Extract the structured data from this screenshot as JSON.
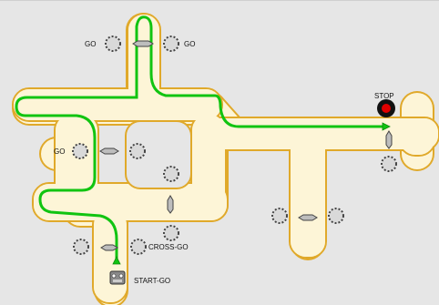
{
  "labels": {
    "go_top_left": "GO",
    "go_top_right": "GO",
    "stop": "STOP",
    "go_left": "GO",
    "cross_go": "CROSS-GO",
    "start_go": "START-GO"
  },
  "colors": {
    "background": "#e6e6e6",
    "road_fill": "#fdf5d7",
    "road_border": "#e0a92a",
    "route": "#11c411",
    "stop_light": "#e00000",
    "sensor_ring": "#555555"
  },
  "icons": {
    "sensor": "dotted-sensor-icon",
    "switch": "track-switch-icon",
    "start_marker": "green-triangle-icon",
    "end_marker": "green-triangle-icon",
    "robot": "robot-car-icon",
    "stop_light": "red-light-icon"
  }
}
